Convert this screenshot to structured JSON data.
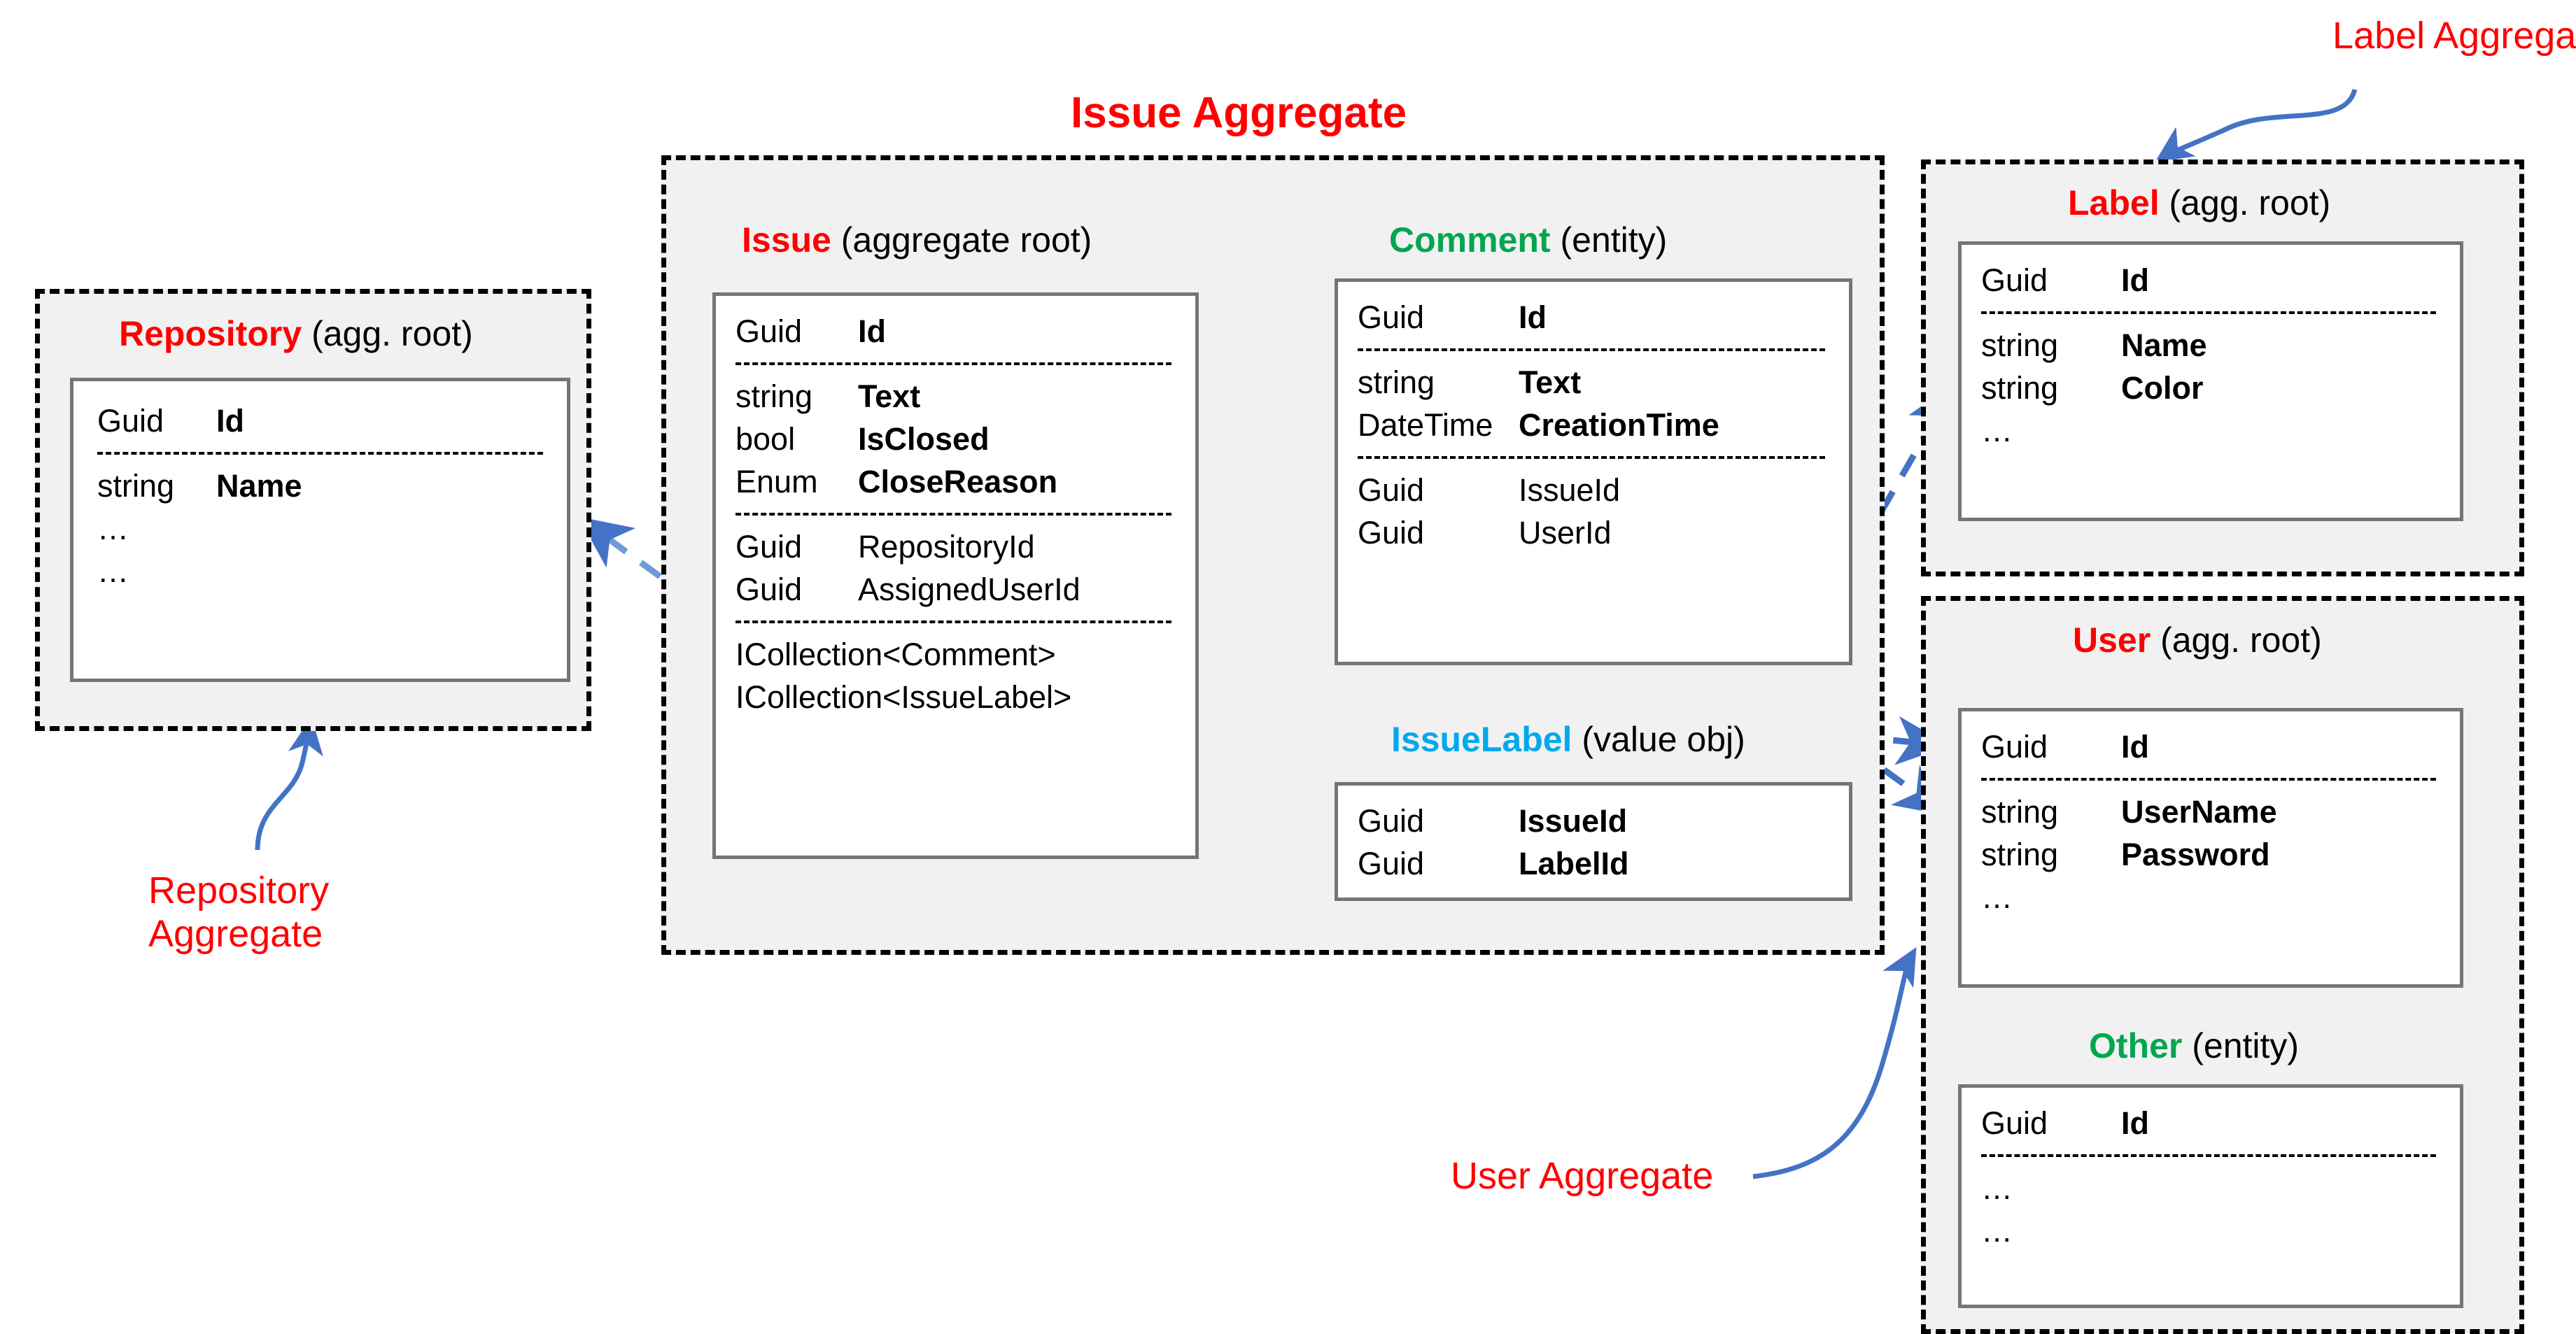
{
  "diagram": {
    "title": "Issue Aggregate",
    "colors": {
      "aggregate_root": "#ff0000",
      "entity": "#00a650",
      "value_object": "#00a8ec",
      "connector": "#4472c4",
      "container_fill": "#f1f1f1",
      "card_border": "#757575"
    }
  },
  "annotations": {
    "repository_aggregate": "Repository\nAggregate",
    "label_aggregate": "Label Aggregate",
    "user_aggregate": "User Aggregate"
  },
  "entities": {
    "repository": {
      "name": "Repository",
      "kind": "(agg. root)",
      "kind_color": "aggregate_root",
      "rows": [
        {
          "type": "Guid",
          "name": "Id",
          "bold": true
        },
        {
          "separator": true
        },
        {
          "type": "string",
          "name": "Name",
          "bold": true
        },
        {
          "type": "…",
          "name": "",
          "bold": false
        },
        {
          "type": "…",
          "name": "",
          "bold": false
        }
      ]
    },
    "issue": {
      "name": "Issue",
      "kind": "(aggregate root)",
      "kind_color": "aggregate_root",
      "rows": [
        {
          "type": "Guid",
          "name": "Id",
          "bold": true
        },
        {
          "separator": true
        },
        {
          "type": "string",
          "name": "Text",
          "bold": true
        },
        {
          "type": "bool",
          "name": "IsClosed",
          "bold": true
        },
        {
          "type": "Enum",
          "name": "CloseReason",
          "bold": true
        },
        {
          "separator": true
        },
        {
          "type": "Guid",
          "name": "RepositoryId",
          "bold": false
        },
        {
          "type": "Guid",
          "name": "AssignedUserId",
          "bold": false
        },
        {
          "separator": true
        },
        {
          "type": "ICollection<Comment>",
          "name": "",
          "bold": false,
          "wide": true
        },
        {
          "type": "ICollection<IssueLabel>",
          "name": "",
          "bold": false,
          "wide": true
        }
      ]
    },
    "comment": {
      "name": "Comment",
      "kind": "(entity)",
      "kind_color": "entity",
      "rows": [
        {
          "type": "Guid",
          "name": "Id",
          "bold": true
        },
        {
          "separator": true
        },
        {
          "type": "string",
          "name": "Text",
          "bold": true
        },
        {
          "type": "DateTime",
          "name": "CreationTime",
          "bold": true
        },
        {
          "separator": true
        },
        {
          "type": "Guid",
          "name": "IssueId",
          "bold": false
        },
        {
          "type": "Guid",
          "name": "UserId",
          "bold": false
        }
      ]
    },
    "issuelabel": {
      "name": "IssueLabel",
      "kind": "(value obj)",
      "kind_color": "value_object",
      "rows": [
        {
          "type": "Guid",
          "name": "IssueId",
          "bold": true
        },
        {
          "type": "Guid",
          "name": "LabelId",
          "bold": true
        }
      ]
    },
    "label": {
      "name": "Label",
      "kind": "(agg. root)",
      "kind_color": "aggregate_root",
      "rows": [
        {
          "type": "Guid",
          "name": "Id",
          "bold": true
        },
        {
          "separator": true
        },
        {
          "type": "string",
          "name": "Name",
          "bold": true
        },
        {
          "type": "string",
          "name": "Color",
          "bold": true
        },
        {
          "type": "…",
          "name": "",
          "bold": false
        }
      ]
    },
    "user": {
      "name": "User",
      "kind": "(agg. root)",
      "kind_color": "aggregate_root",
      "rows": [
        {
          "type": "Guid",
          "name": "Id",
          "bold": true
        },
        {
          "separator": true
        },
        {
          "type": "string",
          "name": "UserName",
          "bold": true
        },
        {
          "type": "string",
          "name": "Password",
          "bold": true
        },
        {
          "type": "…",
          "name": "",
          "bold": false
        }
      ]
    },
    "other": {
      "name": "Other",
      "kind": "(entity)",
      "kind_color": "entity",
      "rows": [
        {
          "type": "Guid",
          "name": "Id",
          "bold": true
        },
        {
          "separator": true
        },
        {
          "type": "…",
          "name": "",
          "bold": false
        },
        {
          "type": "…",
          "name": "",
          "bold": false
        }
      ]
    }
  }
}
